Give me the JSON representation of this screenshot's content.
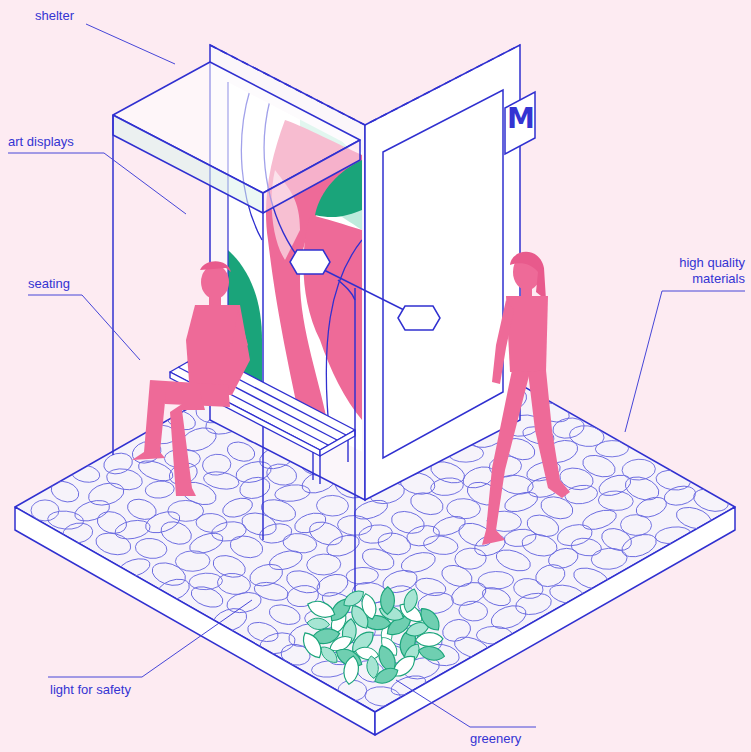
{
  "diagram": {
    "labels": [
      "shelter",
      "art displays",
      "seating",
      "high quality materials",
      "light for safety",
      "greenery",
      "M"
    ]
  }
}
